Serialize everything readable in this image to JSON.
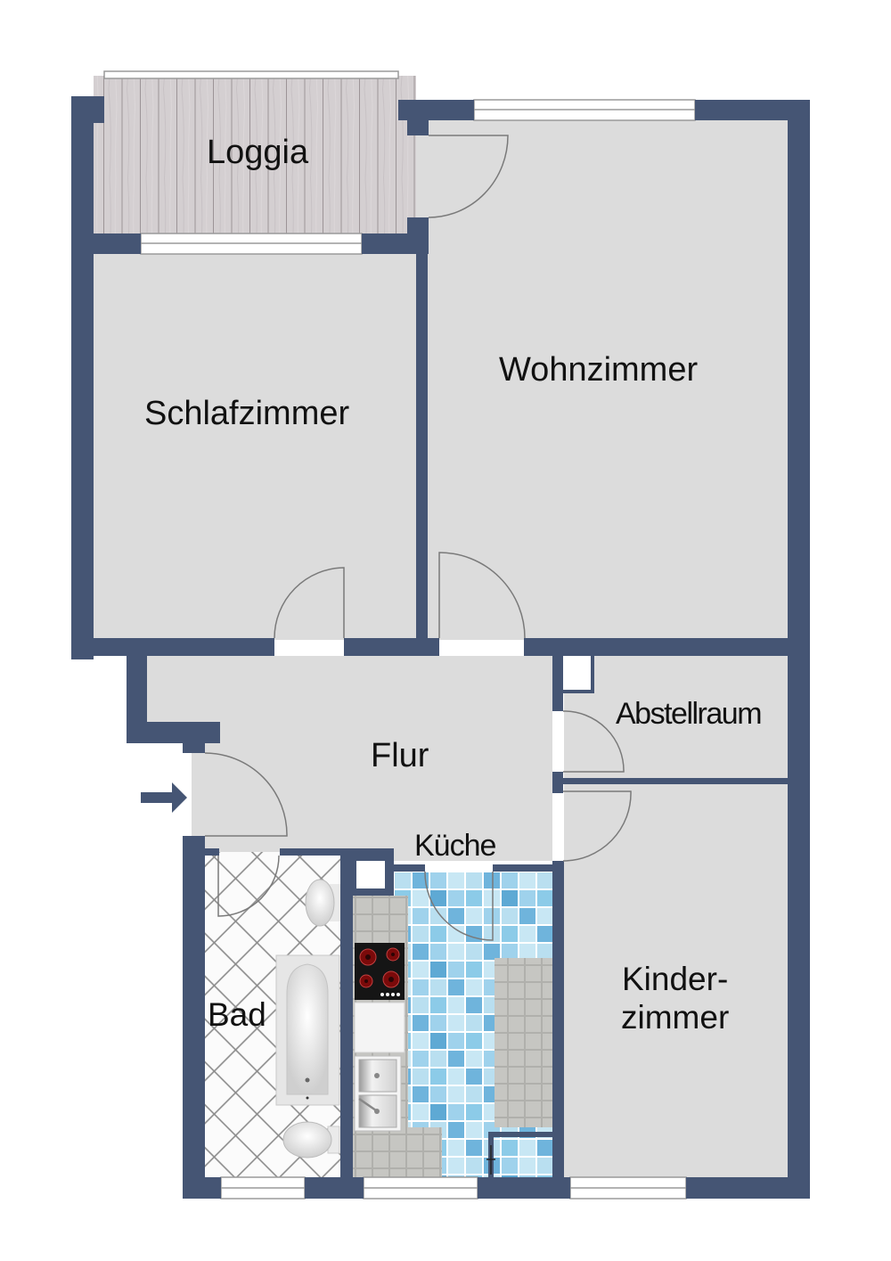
{
  "floorplan": {
    "colors": {
      "wall": "#455574",
      "floor": "#dcdcdc",
      "background": "#ffffff",
      "door_arc": "#7a7a7a",
      "window_frame": "#9a9a9a",
      "loggia_wood": "#d2ccce",
      "kitchen_tile_light": "#b9dff0",
      "kitchen_tile_mid": "#8ccbe8",
      "kitchen_tile_dark": "#5ea9d4",
      "counter_stone": "#c4c4c0"
    },
    "rooms": {
      "loggia": "Loggia",
      "wohnzimmer": "Wohnzimmer",
      "schlafzimmer": "Schlafzimmer",
      "abstellraum": "Abstellraum",
      "flur": "Flur",
      "kueche": "Küche",
      "bad": "Bad",
      "kinderzimmer": "Kinder-\nzimmer"
    },
    "fixtures": {
      "bathroom": [
        "washbasin",
        "bathtub",
        "toilet"
      ],
      "kitchen": [
        "cooktop-4-burner",
        "countertop",
        "double-sink"
      ]
    },
    "entrance_marker": "entrance-arrow"
  }
}
